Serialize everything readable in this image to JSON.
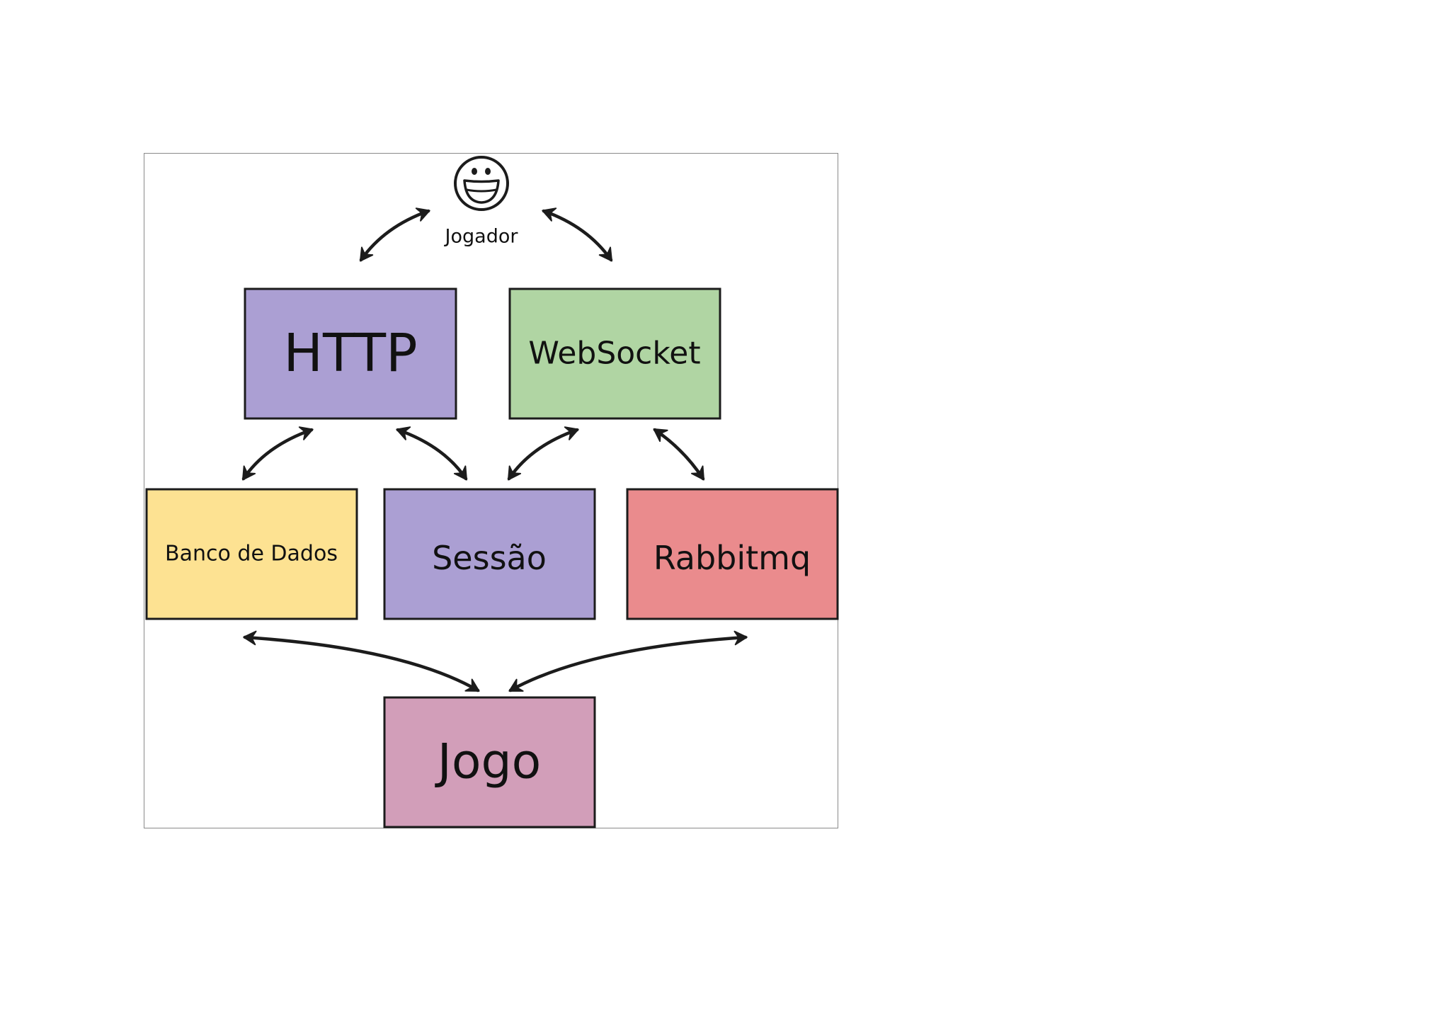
{
  "diagram": {
    "player": {
      "label": "Jogador",
      "icon": "smiley-face-icon"
    },
    "nodes": {
      "http": {
        "label": "HTTP",
        "color": "#ab9fd3"
      },
      "websocket": {
        "label": "WebSocket",
        "color": "#b0d5a3"
      },
      "database": {
        "label": "Banco de Dados",
        "color": "#fde292"
      },
      "session": {
        "label": "Sessão",
        "color": "#ab9fd3"
      },
      "rabbitmq": {
        "label": "Rabbitmq",
        "color": "#ea8b8d"
      },
      "game": {
        "label": "Jogo",
        "color": "#d29eb9"
      }
    },
    "connections": [
      {
        "from": "player",
        "to": "http",
        "direction": "bidirectional"
      },
      {
        "from": "player",
        "to": "websocket",
        "direction": "bidirectional"
      },
      {
        "from": "http",
        "to": "database",
        "direction": "bidirectional"
      },
      {
        "from": "http",
        "to": "session",
        "direction": "bidirectional"
      },
      {
        "from": "websocket",
        "to": "session",
        "direction": "bidirectional"
      },
      {
        "from": "websocket",
        "to": "rabbitmq",
        "direction": "bidirectional"
      },
      {
        "from": "database",
        "to": "game",
        "direction": "bidirectional"
      },
      {
        "from": "rabbitmq",
        "to": "game",
        "direction": "bidirectional"
      }
    ]
  }
}
